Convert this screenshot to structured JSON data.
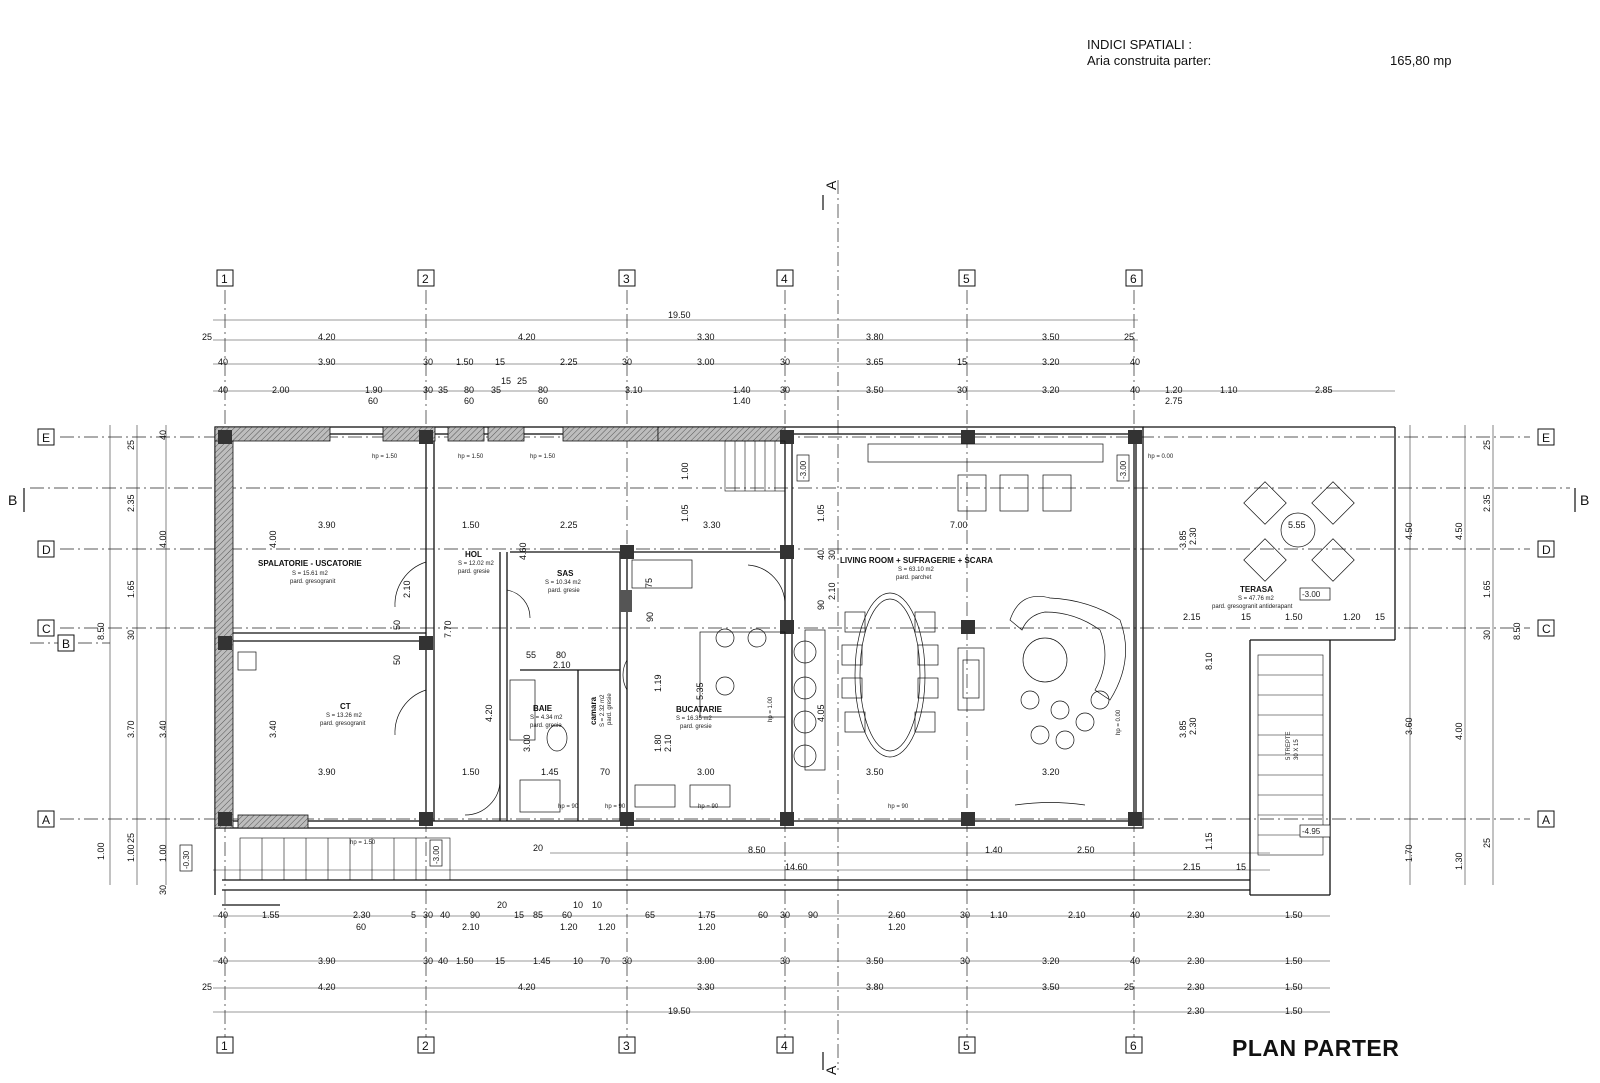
{
  "header": {
    "label": "INDICI SPATIALI :",
    "area_label": "Aria construita parter:",
    "area_value": "165,80 mp"
  },
  "title": "PLAN PARTER",
  "axes": {
    "columns": [
      "1",
      "2",
      "3",
      "4",
      "5",
      "6"
    ],
    "rows": [
      "E",
      "D",
      "C",
      "A"
    ],
    "section_a": "A",
    "section_b": "B"
  },
  "dims_top": {
    "total": "19.50",
    "row2": [
      "25",
      "4.20",
      "4.20",
      "3.30",
      "3.80",
      "3.50",
      "25"
    ],
    "row3": [
      "40",
      "3.90",
      "30",
      "1.50",
      "15",
      "2.25",
      "30",
      "3.00",
      "30",
      "3.65",
      "15",
      "3.20",
      "40"
    ],
    "row4": [
      "40",
      "2.00",
      "1.90",
      "30",
      "35",
      "80",
      "35",
      "15",
      "25",
      "80",
      "3.10",
      "1.40",
      "30",
      "3.50",
      "30",
      "3.20",
      "40",
      "1.20",
      "1.10",
      "2.85"
    ],
    "row4_sub": [
      "60",
      "60",
      "60",
      "1.40",
      "2.75"
    ]
  },
  "dims_bottom": {
    "row1": [
      "40",
      "1.55",
      "2.30",
      "5",
      "30",
      "40",
      "90",
      "15",
      "85",
      "60",
      "65",
      "1.75",
      "60",
      "30",
      "90",
      "2.60",
      "30",
      "1.10",
      "2.10",
      "40",
      "2.30",
      "1.50"
    ],
    "row1_sub": [
      "60",
      "2.10",
      "20",
      "10",
      "10",
      "1.20",
      "1.20",
      "1.20",
      "1.20"
    ],
    "row2": [
      "40",
      "3.90",
      "30",
      "40",
      "1.50",
      "15",
      "1.45",
      "10",
      "70",
      "30",
      "3.00",
      "30",
      "3.50",
      "30",
      "3.20",
      "40",
      "2.30",
      "1.50"
    ],
    "row3": [
      "25",
      "4.20",
      "4.20",
      "3.30",
      "3.80",
      "3.50",
      "25",
      "2.30",
      "1.50"
    ],
    "row4": [
      "19.50",
      "2.30",
      "1.50"
    ],
    "mid": [
      "20",
      "8.50",
      "1.40",
      "2.50",
      "14.60",
      "2.15",
      "15"
    ]
  },
  "dims_left": [
    "25",
    "2.35",
    "1.65",
    "30",
    "3.70",
    "40",
    "1.00",
    "25",
    "1.00",
    "30",
    "8.50",
    "4.00",
    "3.40",
    "1.00"
  ],
  "dims_right": [
    "25",
    "2.35",
    "1.65",
    "30",
    "3.60",
    "4.00",
    "8.50",
    "4.50",
    "4.50",
    "1.70",
    "1.30",
    "25"
  ],
  "levels": [
    "-3.00",
    "-3.00",
    "-3.00",
    "-3.00",
    "-4.95",
    "-0.30"
  ],
  "rooms": [
    {
      "name": "SPALATORIE - USCATORIE",
      "area": "S = 15.61 m2",
      "finish": "pard. gresogranit"
    },
    {
      "name": "HOL",
      "area": "S = 12.02 m2",
      "finish": "pard. gresie"
    },
    {
      "name": "SAS",
      "area": "S = 10.34 m2",
      "finish": "pard. gresie"
    },
    {
      "name": "CT",
      "area": "S = 13.26 m2",
      "finish": "pard. gresogranit"
    },
    {
      "name": "BAIE",
      "area": "S = 4.34 m2",
      "finish": "pard. gresie"
    },
    {
      "name": "camara",
      "area": "S = 2.32 m2",
      "finish": "pard. gresie"
    },
    {
      "name": "BUCATARIE",
      "area": "S = 16.35 m2",
      "finish": "pard. gresie"
    },
    {
      "name": "LIVING ROOM + SUFRAGERIE + SCARA",
      "area": "S = 63.10 m2",
      "finish": "pard. parchet"
    },
    {
      "name": "TERASA",
      "area": "S = 47.76 m2",
      "finish": "pard. gresogranit antiderapant"
    }
  ],
  "inner_dims": [
    "3.90",
    "1.50",
    "2.25",
    "3.30",
    "7.00",
    "5.55",
    "4.00",
    "4.60",
    "2.10",
    "7.70",
    "4.20",
    "3.40",
    "3.00",
    "5.35",
    "4.05",
    "8.10",
    "3.85",
    "2.30",
    "3.85",
    "2.30",
    "1.19",
    "1.80",
    "2.10",
    "55",
    "80",
    "2.10",
    "1.45",
    "70",
    "3.00",
    "3.50",
    "3.20",
    "3.90",
    "1.50",
    "2.15",
    "1.50",
    "1.20",
    "15",
    "15",
    "1.00",
    "1.05",
    "1.05",
    "2.10",
    "90",
    "40",
    "30",
    "90",
    "50",
    "50",
    "75",
    "1.15"
  ],
  "notes": [
    "hp = 1.50",
    "hp = 1.50",
    "hp = 1.50",
    "hp = 0.00",
    "hp = 0.00",
    "hp = 1.00",
    "hp = 90",
    "hp = 90",
    "hp = 90",
    "hp = 90",
    "hp = 1.50"
  ],
  "stairs": {
    "label": "5 TREPTE",
    "sub": "30 X 15"
  }
}
